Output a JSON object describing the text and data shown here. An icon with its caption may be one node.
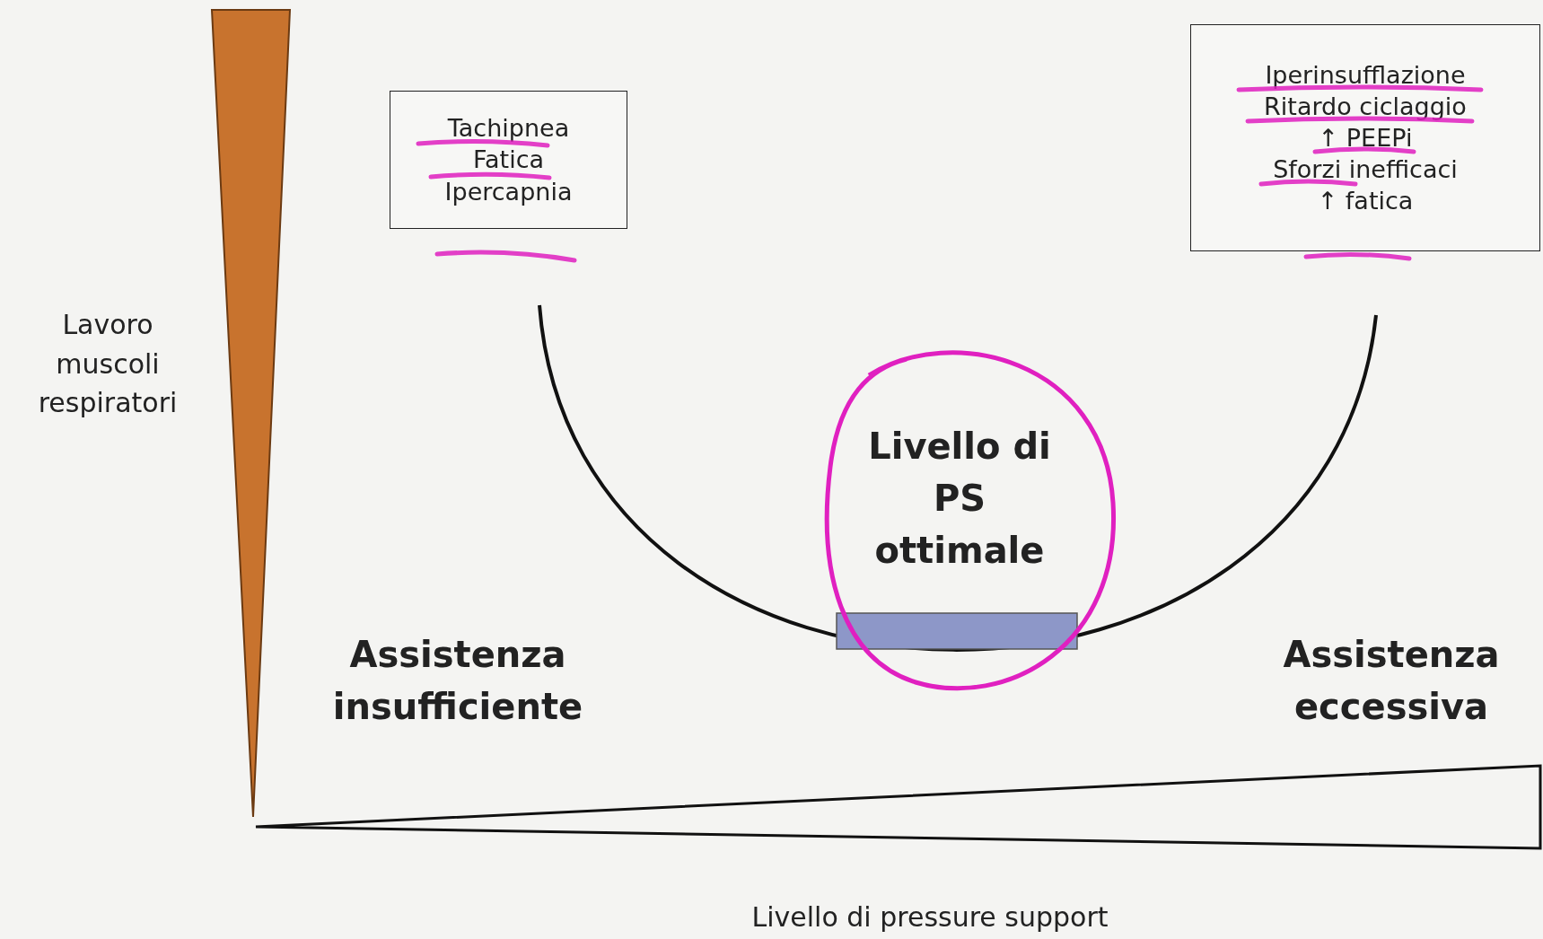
{
  "diagram": {
    "nodes": [
      {
        "text": [
          "Tachipnea",
          "Fatica",
          "Ipercapnia"
        ]
      },
      {
        "text": [
          "Iperinsufflazione",
          "Ritardo ciclaggio",
          "↑ PEEPi",
          "Sforzi inefficaci",
          "↑ fatica"
        ]
      },
      {
        "text": [
          "Livello di PS ottimale"
        ]
      }
    ],
    "edges": [],
    "labels": [
      "Lavoro muscoli respiratori",
      "Assistenza insufficiente",
      "Assistenza eccessiva",
      "Livello di pressure support"
    ]
  }
}
